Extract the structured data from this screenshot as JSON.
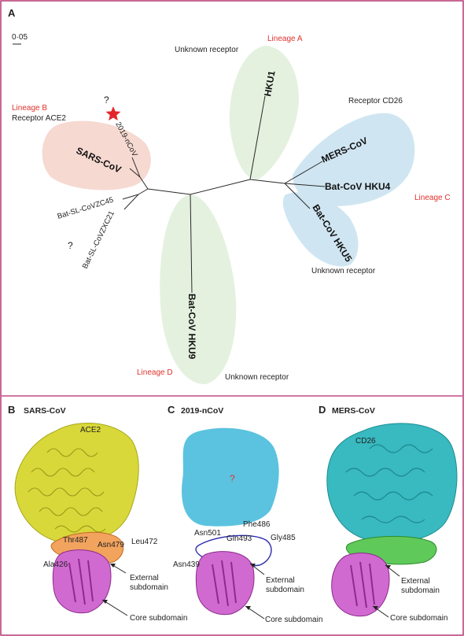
{
  "panel_a": {
    "letter": "A",
    "scale": "0·05",
    "question_1": "?",
    "question_2": "?",
    "lineage_b": "Lineage B",
    "receptor_ace2": "Receptor ACE2",
    "lineage_a": "Lineage A",
    "unknown_receptor_a": "Unknown receptor",
    "receptor_cd26": "Receptor CD26",
    "lineage_c": "Lineage C",
    "unknown_receptor_c": "Unknown receptor",
    "lineage_d": "Lineage D",
    "unknown_receptor_d": "Unknown receptor",
    "taxa": {
      "ncov": "2019-nCoV",
      "sars": "SARS-CoV",
      "zc45": "Bat-SL-CoVZC45",
      "zxc21": "Bat-SL-CoVZXC21",
      "hku1": "HKU1",
      "mers": "MERS-CoV",
      "hku4": "Bat-CoV HKU4",
      "hku5": "Bat-CoV HKU5",
      "hku9": "Bat-CoV HKU9"
    },
    "colors": {
      "lineage_label": "#e0322d",
      "star": "#e3252b",
      "blob_b": "#f6d9d1",
      "blob_a": "#e4f1df",
      "blob_c": "#cfe6f2",
      "blob_d": "#e4f1df"
    }
  },
  "panel_b": {
    "letter": "B",
    "title": "SARS-CoV",
    "ace2": "ACE2",
    "thr487": "Thr487",
    "asn479": "Asn479",
    "leu472": "Leu472",
    "ala426": "Ala426",
    "external": [
      "External",
      "subdomain"
    ],
    "core": "Core subdomain"
  },
  "panel_c": {
    "letter": "C",
    "title": "2019-nCoV",
    "question": "?",
    "phe486": "Phe486",
    "asn501": "Asn501",
    "gln493": "Gln493",
    "gly485": "Gly485",
    "asn439": "Asn439",
    "external": [
      "External",
      "subdomain"
    ],
    "core": "Core subdomain",
    "colors": {
      "receptor": "#5bc3df"
    }
  },
  "panel_d": {
    "letter": "D",
    "title": "MERS-CoV",
    "cd26": "CD26",
    "external": [
      "External",
      "subdomain"
    ],
    "core": "Core subdomain"
  }
}
